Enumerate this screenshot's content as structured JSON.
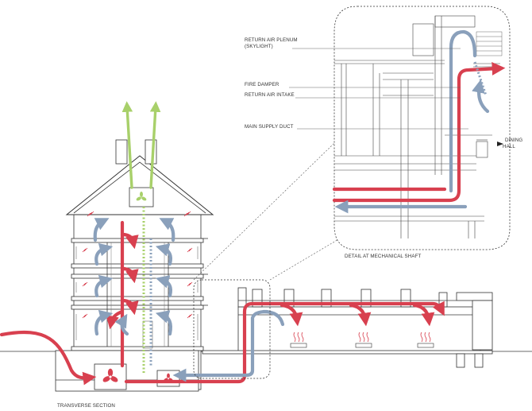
{
  "labels": {
    "return_air_plenum_line1": "RETURN AIR PLENUM",
    "return_air_plenum_line2": "(SKYLIGHT)",
    "fire_damper": "FIRE DAMPER",
    "return_air_intake": "RETURN AIR INTAKE",
    "main_supply_duct": "MAIN SUPPLY DUCT",
    "dining_hall_line1": "DINING",
    "dining_hall_line2": "HALL",
    "detail_caption": "DETAIL AT MECHANICAL SHAFT",
    "section_caption": "TRANSVERSE SECTION"
  },
  "colors": {
    "supply_air": "#d8404f",
    "return_air": "#8aa0bb",
    "exhaust_air": "#a8d06a",
    "linework": "#333333"
  },
  "icons": [
    "fan-icon",
    "fan-icon",
    "fan-icon",
    "arrow-icon"
  ]
}
